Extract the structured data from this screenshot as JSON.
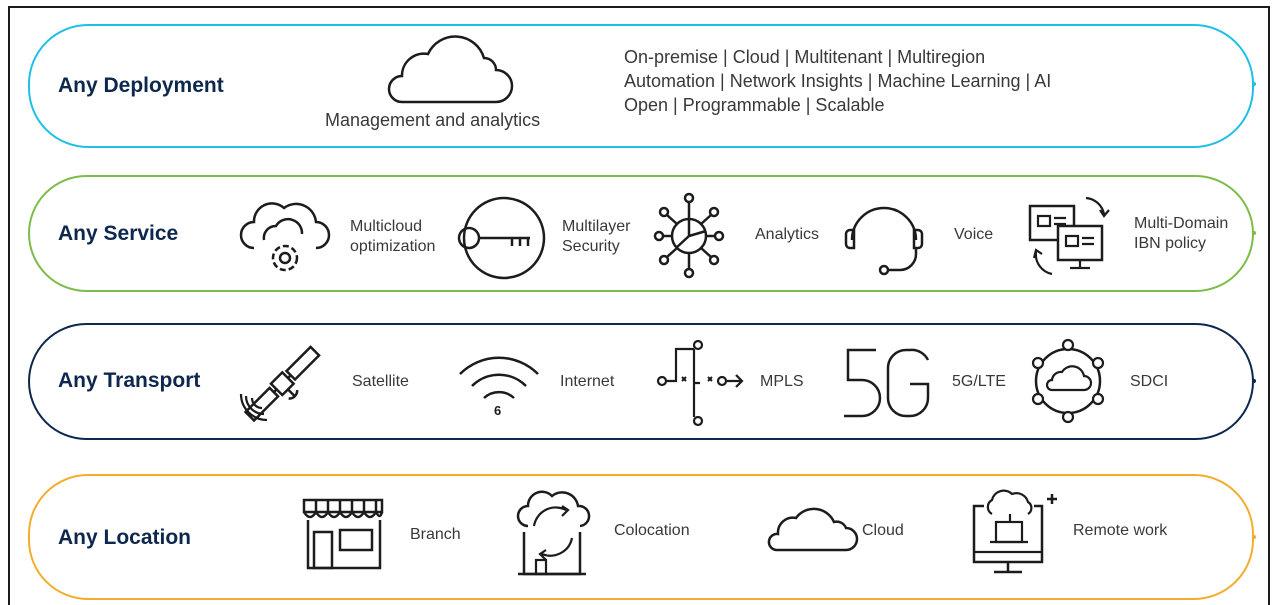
{
  "colors": {
    "deployment": "#1ec0e6",
    "service": "#7cbc48",
    "transport": "#0d274d",
    "location": "#f2ad2e",
    "icon": "#1c1c1c",
    "title": "#0d274d",
    "text": "#39393b"
  },
  "deployment": {
    "title": "Any Deployment",
    "icon_label": "Management and analytics",
    "lines": [
      "On-premise | Cloud | Multitenant | Multiregion",
      "Automation | Network Insights | Machine Learning | AI",
      "Open | Programmable | Scalable"
    ]
  },
  "service": {
    "title": "Any Service",
    "items": [
      {
        "icon": "cloud-gear-icon",
        "label_line1": "Multicloud",
        "label_line2": "optimization"
      },
      {
        "icon": "key-icon",
        "label_line1": "Multilayer",
        "label_line2": "Security"
      },
      {
        "icon": "analytics-hub-icon",
        "label": "Analytics"
      },
      {
        "icon": "headset-icon",
        "label": "Voice"
      },
      {
        "icon": "policy-screens-icon",
        "label_line1": "Multi-Domain",
        "label_line2": "IBN policy"
      }
    ]
  },
  "transport": {
    "title": "Any Transport",
    "items": [
      {
        "icon": "satellite-icon",
        "label": "Satellite"
      },
      {
        "icon": "wifi-6-icon",
        "label": "Internet",
        "badge": "6"
      },
      {
        "icon": "mpls-icon",
        "label": "MPLS"
      },
      {
        "icon": "5g-icon",
        "label": "5G/LTE",
        "glyph": "5G"
      },
      {
        "icon": "sdci-icon",
        "label": "SDCI"
      }
    ]
  },
  "location": {
    "title": "Any Location",
    "items": [
      {
        "icon": "storefront-icon",
        "label": "Branch"
      },
      {
        "icon": "colocation-icon",
        "label": "Colocation"
      },
      {
        "icon": "cloud-icon",
        "label": "Cloud"
      },
      {
        "icon": "remote-monitor-icon",
        "label": "Remote work"
      }
    ]
  }
}
